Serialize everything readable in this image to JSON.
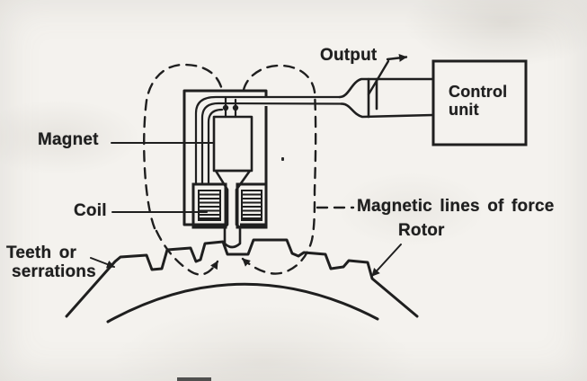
{
  "figure": {
    "type": "technical-line-diagram",
    "subject": "Magnetic pickup sensor over toothed rotor connected to control unit",
    "colors": {
      "ink": "#1f1f1f",
      "paper": "#f4f2ee"
    },
    "labels": {
      "output": "Output",
      "control_unit": [
        "Control",
        "unit"
      ],
      "magnet": "Magnet",
      "coil": "Coil",
      "teeth": [
        "Teeth or",
        "serrations"
      ],
      "magnetic_lines": "Magnetic lines of force",
      "rotor": "Rotor"
    }
  }
}
